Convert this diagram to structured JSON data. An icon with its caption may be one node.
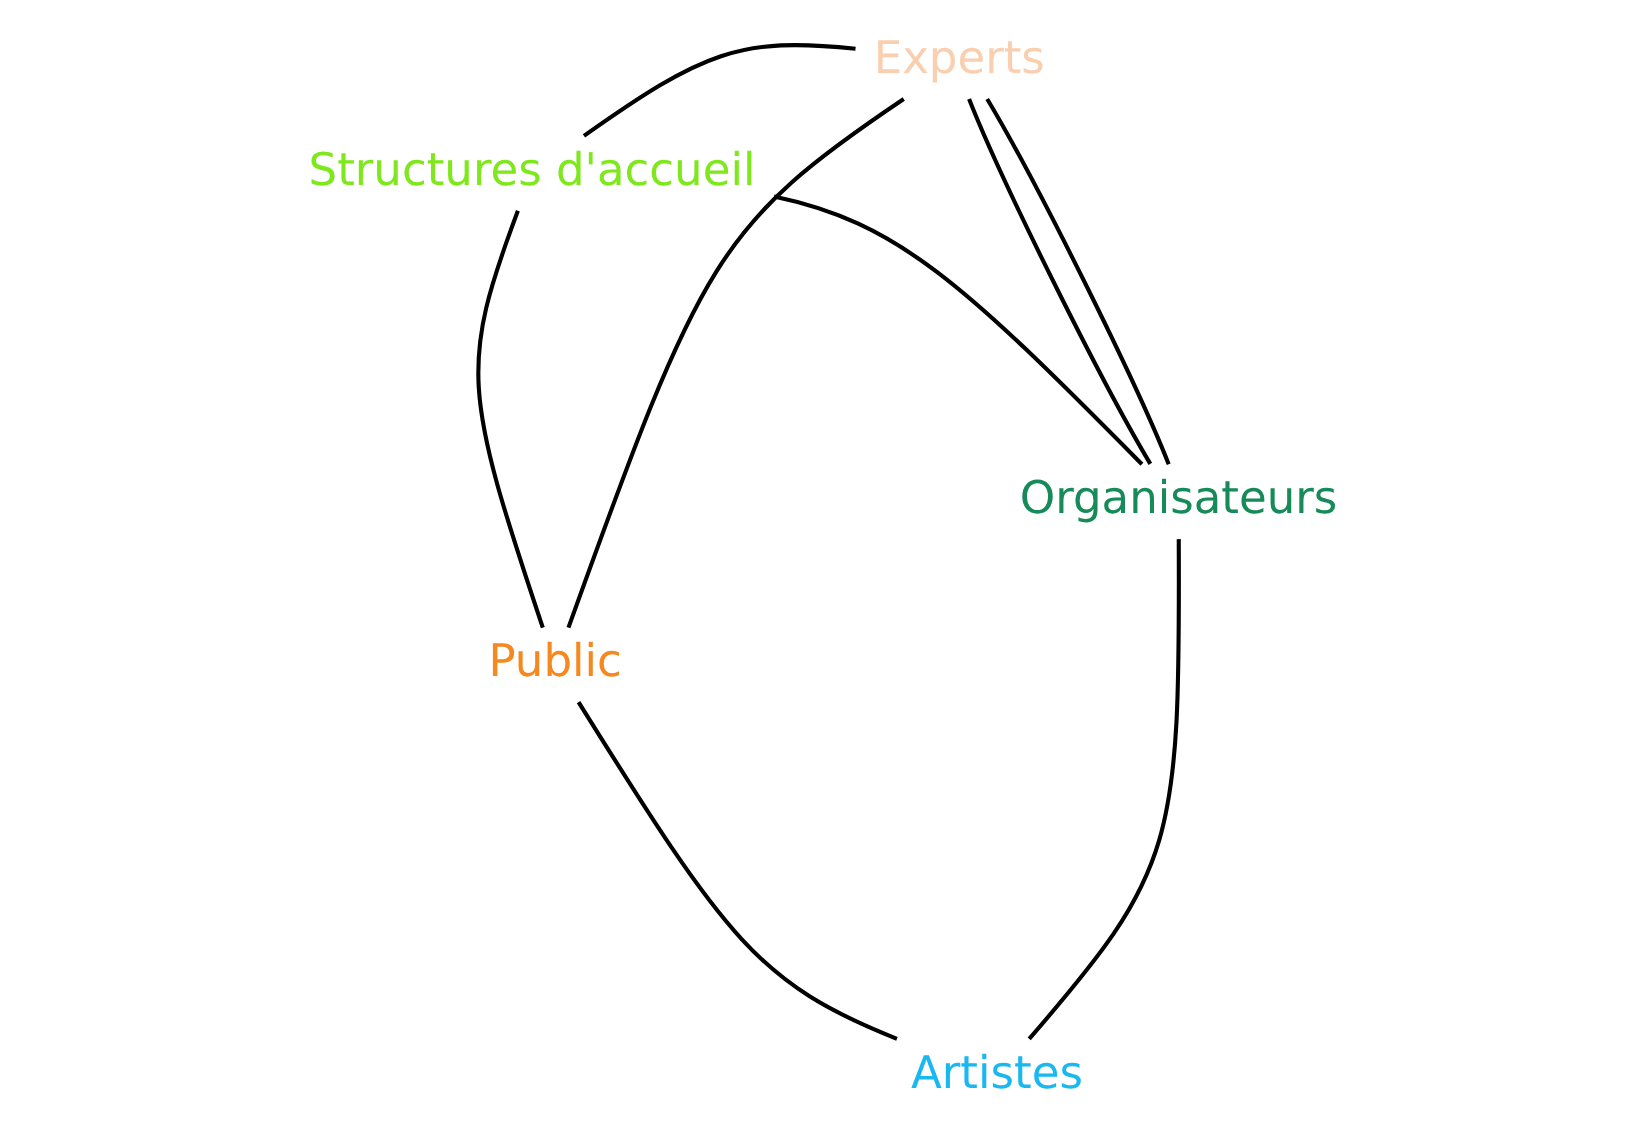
{
  "diagram": {
    "nodes": [
      {
        "text": [
          "Public"
        ]
      },
      {
        "text": [
          "Artistes"
        ]
      },
      {
        "text": [
          "Organisateurs"
        ]
      },
      {
        "text": [
          "Structures d'accueil"
        ]
      },
      {
        "text": [
          "Experts"
        ]
      }
    ],
    "edges": [
      {
        "from": 0,
        "to": 1,
        "arrow": "none"
      },
      {
        "from": 0,
        "to": 3,
        "arrow": "none"
      },
      {
        "from": 0,
        "to": 4,
        "arrow": "none"
      },
      {
        "from": 1,
        "to": 2,
        "arrow": "none"
      },
      {
        "from": 2,
        "to": 3,
        "arrow": "none"
      },
      {
        "from": 2,
        "to": 4,
        "arrow": "none"
      },
      {
        "from": 2,
        "to": 4,
        "arrow": "none"
      },
      {
        "from": 3,
        "to": 4,
        "arrow": "none"
      }
    ]
  }
}
